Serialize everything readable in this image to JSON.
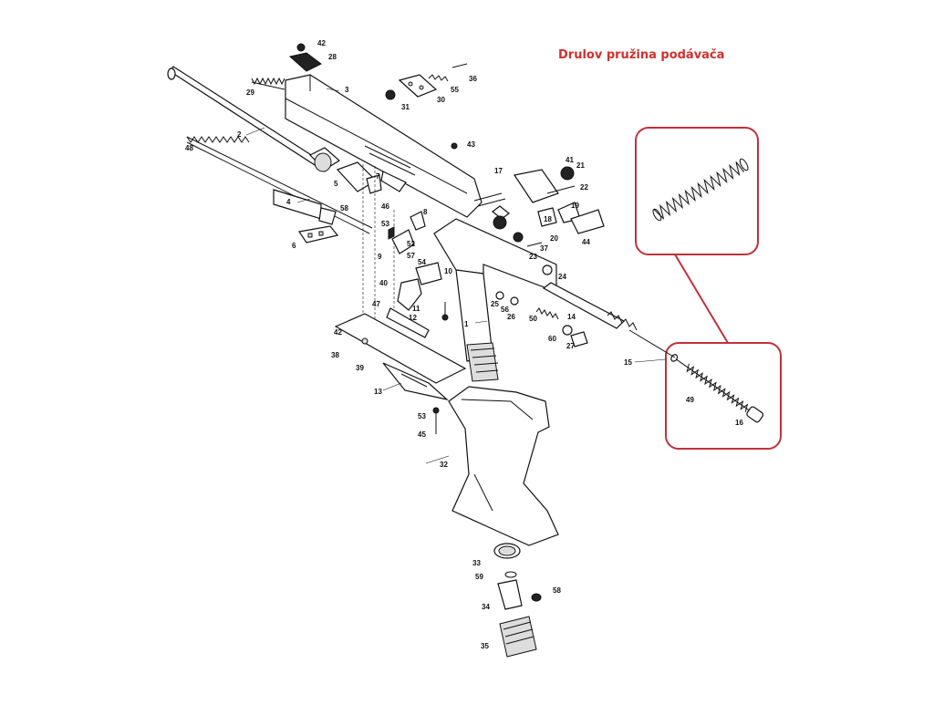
{
  "title": "Drulov pružina podávača",
  "callouts": {
    "detail_label_a": "49",
    "detail_label_b": "16"
  },
  "part_numbers": [
    "42",
    "28",
    "3",
    "29",
    "2",
    "48",
    "31",
    "30",
    "55",
    "36",
    "43",
    "7",
    "5",
    "4",
    "6",
    "58",
    "46",
    "8",
    "53",
    "52",
    "9",
    "57",
    "54",
    "40",
    "47",
    "11",
    "12",
    "10",
    "1",
    "42",
    "38",
    "39",
    "13",
    "53",
    "45",
    "32",
    "33",
    "59",
    "34",
    "35",
    "58",
    "17",
    "41",
    "21",
    "22",
    "19",
    "18",
    "20",
    "44",
    "23",
    "37",
    "24",
    "25",
    "56",
    "26",
    "50",
    "14",
    "60",
    "27",
    "15",
    "49",
    "16"
  ],
  "colors": {
    "accent": "#c0313b",
    "title": "#d0312d",
    "ink": "#111111"
  }
}
